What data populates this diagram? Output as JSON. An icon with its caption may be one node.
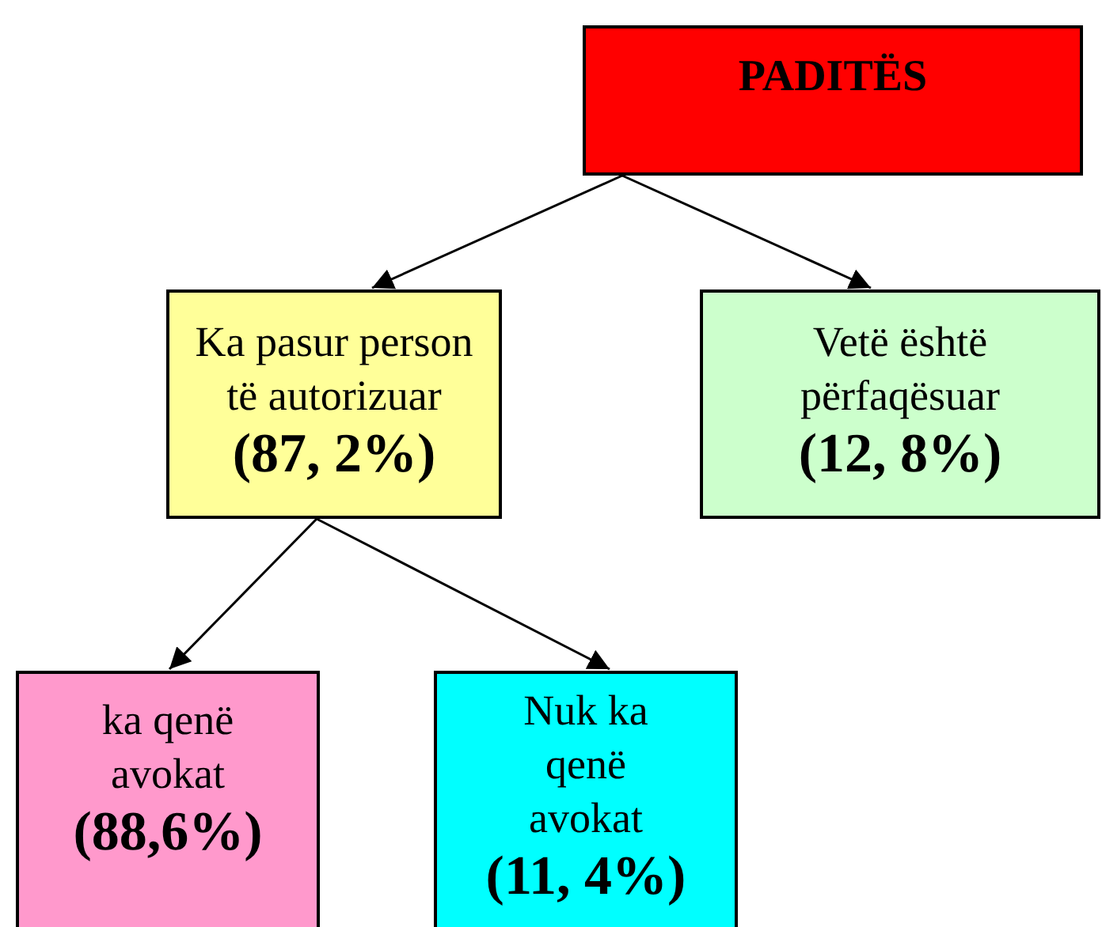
{
  "diagram": {
    "nodes": [
      {
        "text": [
          "PADITËS"
        ]
      },
      {
        "text": [
          "Ka pasur person të autorizuar",
          "(87, 2%)"
        ]
      },
      {
        "text": [
          "Vetë është përfaqësuar",
          "(12, 8%)"
        ]
      },
      {
        "text": [
          "ka qenë avokat",
          "(88,6%)"
        ]
      },
      {
        "text": [
          "Nuk ka qenë avokat",
          "(11, 4%)"
        ]
      }
    ],
    "edges": [
      {
        "from": 0,
        "to": 1,
        "arrow": "to"
      },
      {
        "from": 0,
        "to": 2,
        "arrow": "to"
      },
      {
        "from": 1,
        "to": 3,
        "arrow": "to"
      },
      {
        "from": 1,
        "to": 4,
        "arrow": "to"
      }
    ]
  }
}
